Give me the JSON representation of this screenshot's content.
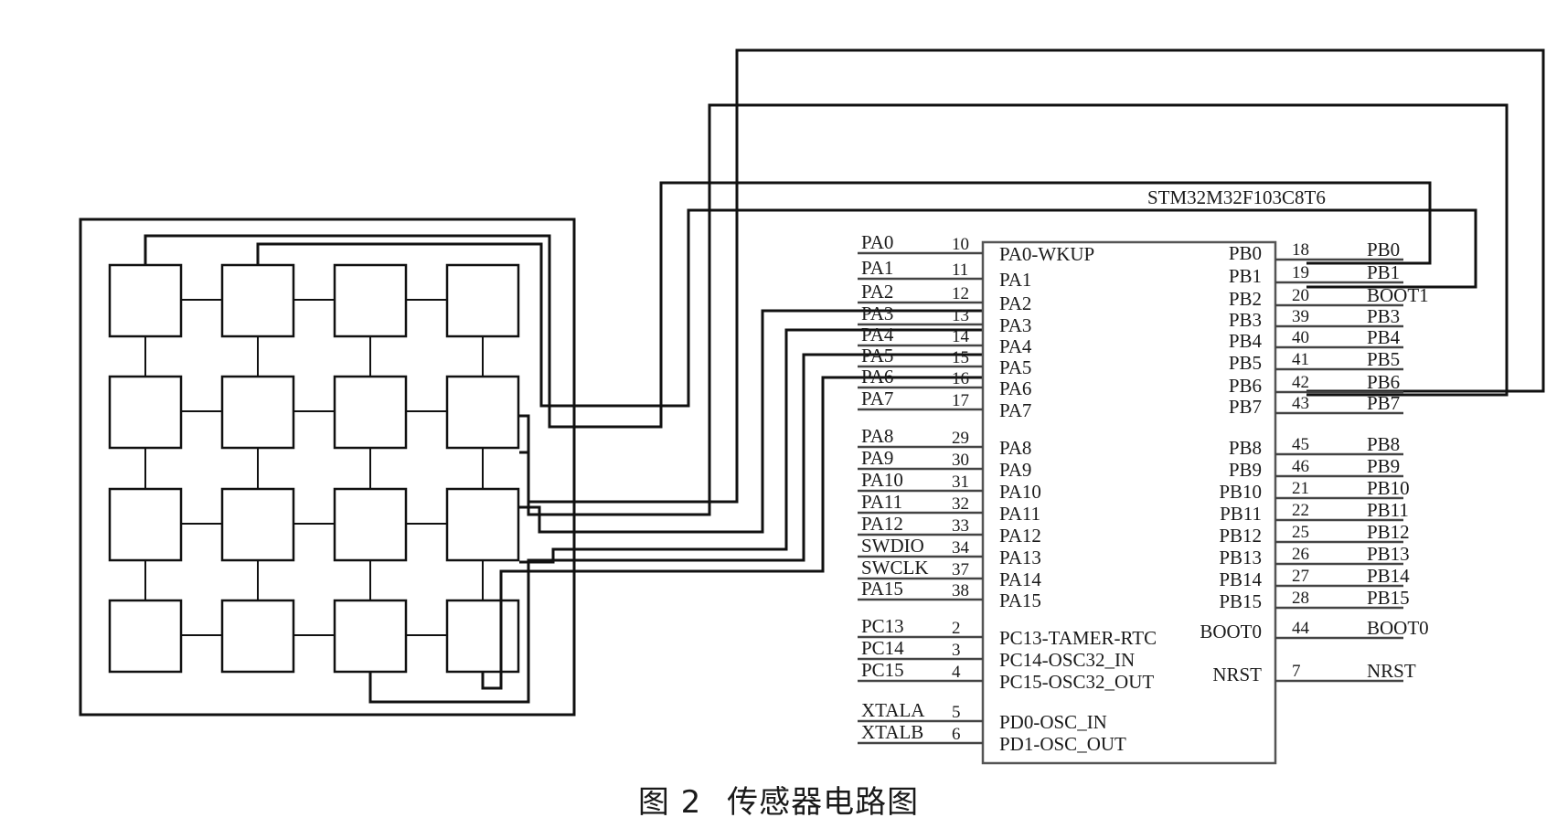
{
  "figure": {
    "chip_label": "STM32M32F103C8T6",
    "caption_number": "图 2",
    "caption_title": "传感器电路图"
  },
  "left_pins": [
    {
      "net": "PA0",
      "num": "10",
      "func": "PA0-WKUP"
    },
    {
      "net": "PA1",
      "num": "11",
      "func": "PA1"
    },
    {
      "net": "PA2",
      "num": "12",
      "func": "PA2"
    },
    {
      "net": "PA3",
      "num": "13",
      "func": "PA3"
    },
    {
      "net": "PA4",
      "num": "14",
      "func": "PA4"
    },
    {
      "net": "PA5",
      "num": "15",
      "func": "PA5"
    },
    {
      "net": "PA6",
      "num": "16",
      "func": "PA6"
    },
    {
      "net": "PA7",
      "num": "17",
      "func": "PA7"
    },
    {
      "net": "PA8",
      "num": "29",
      "func": "PA8"
    },
    {
      "net": "PA9",
      "num": "30",
      "func": "PA9"
    },
    {
      "net": "PA10",
      "num": "31",
      "func": "PA10"
    },
    {
      "net": "PA11",
      "num": "32",
      "func": "PA11"
    },
    {
      "net": "PA12",
      "num": "33",
      "func": "PA12"
    },
    {
      "net": "SWDIO",
      "num": "34",
      "func": "PA13"
    },
    {
      "net": "SWCLK",
      "num": "37",
      "func": "PA14"
    },
    {
      "net": "PA15",
      "num": "38",
      "func": "PA15"
    },
    {
      "net": "PC13",
      "num": "2",
      "func": "PC13-TAMER-RTC"
    },
    {
      "net": "PC14",
      "num": "3",
      "func": "PC14-OSC32_IN"
    },
    {
      "net": "PC15",
      "num": "4",
      "func": "PC15-OSC32_OUT"
    },
    {
      "net": "XTALA",
      "num": "5",
      "func": "PD0-OSC_IN"
    },
    {
      "net": "XTALB",
      "num": "6",
      "func": "PD1-OSC_OUT"
    }
  ],
  "right_pins": [
    {
      "func": "PB0",
      "num": "18",
      "net": "PB0"
    },
    {
      "func": "PB1",
      "num": "19",
      "net": "PB1"
    },
    {
      "func": "PB2",
      "num": "20",
      "net": "BOOT1"
    },
    {
      "func": "PB3",
      "num": "39",
      "net": "PB3"
    },
    {
      "func": "PB4",
      "num": "40",
      "net": "PB4"
    },
    {
      "func": "PB5",
      "num": "41",
      "net": "PB5"
    },
    {
      "func": "PB6",
      "num": "42",
      "net": "PB6"
    },
    {
      "func": "PB7",
      "num": "43",
      "net": "PB7"
    },
    {
      "func": "PB8",
      "num": "45",
      "net": "PB8"
    },
    {
      "func": "PB9",
      "num": "46",
      "net": "PB9"
    },
    {
      "func": "PB10",
      "num": "21",
      "net": "PB10"
    },
    {
      "func": "PB11",
      "num": "22",
      "net": "PB11"
    },
    {
      "func": "PB12",
      "num": "25",
      "net": "PB12"
    },
    {
      "func": "PB13",
      "num": "26",
      "net": "PB13"
    },
    {
      "func": "PB14",
      "num": "27",
      "net": "PB14"
    },
    {
      "func": "PB15",
      "num": "28",
      "net": "PB15"
    },
    {
      "func": "BOOT0",
      "num": "44",
      "net": "BOOT0"
    },
    {
      "func": "NRST",
      "num": "7",
      "net": "NRST"
    }
  ],
  "keypad": {
    "rows": 4,
    "cols": 4
  }
}
